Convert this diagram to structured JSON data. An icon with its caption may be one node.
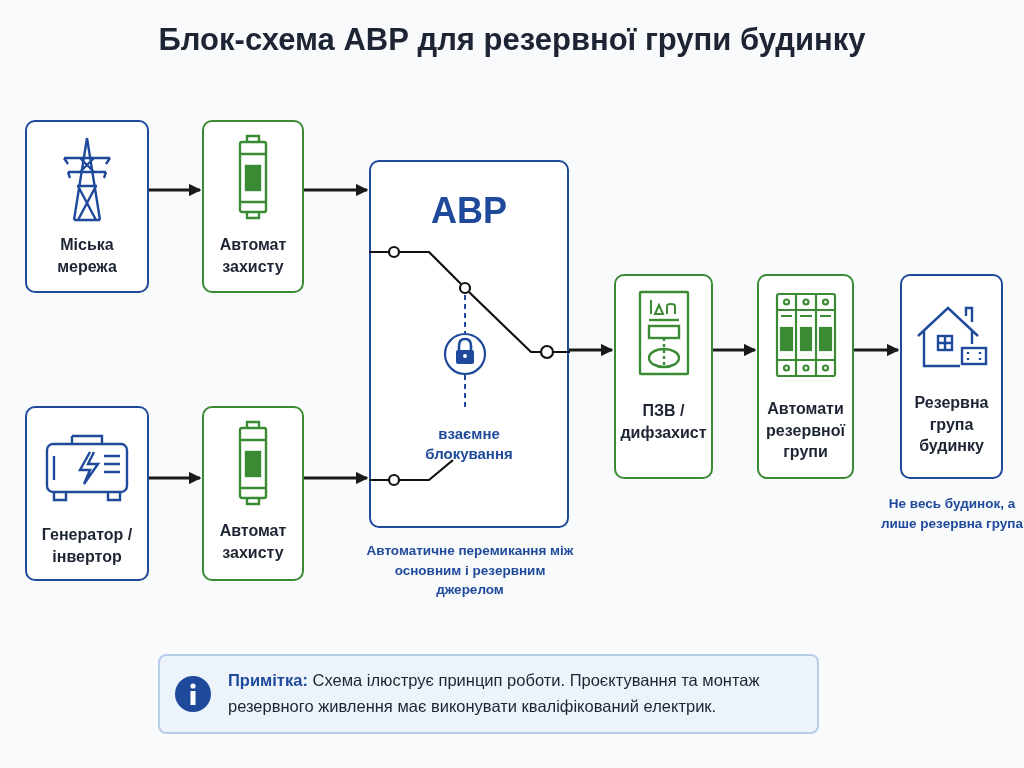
{
  "diagram": {
    "title": "Блок-схема АВР для резервної групи будинку",
    "nodes": [
      {
        "text": [
          "Міська мережа"
        ]
      },
      {
        "text": [
          "Автомат захисту"
        ]
      },
      {
        "text": [
          "АВР",
          "взаємне блокування"
        ],
        "beside": [
          "Автоматичне перемикання між основним і резервним джерелом"
        ]
      },
      {
        "text": [
          "Генератор / інвертор"
        ]
      },
      {
        "text": [
          "Автомат захисту"
        ]
      },
      {
        "text": [
          "ПЗВ / дифзахист"
        ]
      },
      {
        "text": [
          "Автомати резервної групи"
        ]
      },
      {
        "text": [
          "Резервна група будинку"
        ],
        "beside": [
          "Не весь будинок, а лише резервна група"
        ]
      },
      {
        "text": [
          "**Примітка:** Схема ілюструє принцип роботи. Проєктування та монтаж резервного живлення має виконувати кваліфікований електрик."
        ]
      }
    ],
    "edges": [
      {
        "from": 0,
        "to": 1,
        "arrow": "to"
      },
      {
        "from": 1,
        "to": 2,
        "arrow": "to"
      },
      {
        "from": 3,
        "to": 4,
        "arrow": "to"
      },
      {
        "from": 4,
        "to": 2,
        "arrow": "to"
      },
      {
        "from": 2,
        "to": 5,
        "arrow": "to"
      },
      {
        "from": 5,
        "to": 6,
        "arrow": "to"
      },
      {
        "from": 6,
        "to": 7,
        "arrow": "to"
      }
    ]
  }
}
